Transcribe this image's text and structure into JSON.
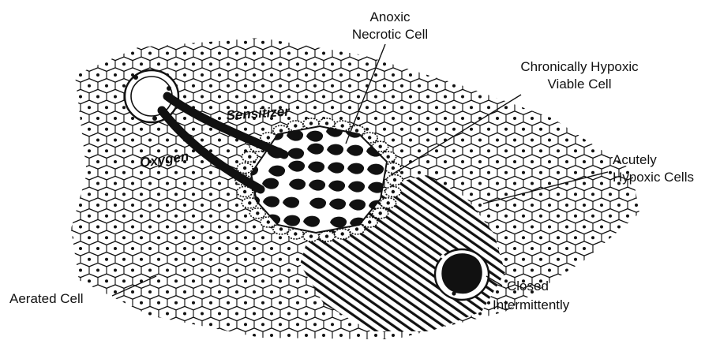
{
  "labels": {
    "anoxic_line1": "Anoxic",
    "anoxic_line2": "Necrotic Cell",
    "chronic_line1": "Chronically Hypoxic",
    "chronic_line2": "Viable Cell",
    "acute_line1": "Acutely",
    "acute_line2": "Hypoxic Cells",
    "aerated": "Aerated Cell",
    "closed_line1": "Closed",
    "closed_line2": "Intermittently",
    "sensitizer": "Sensitizer",
    "oxygen": "Oxygen"
  },
  "colors": {
    "ink": "#111111",
    "paper": "#ffffff"
  }
}
